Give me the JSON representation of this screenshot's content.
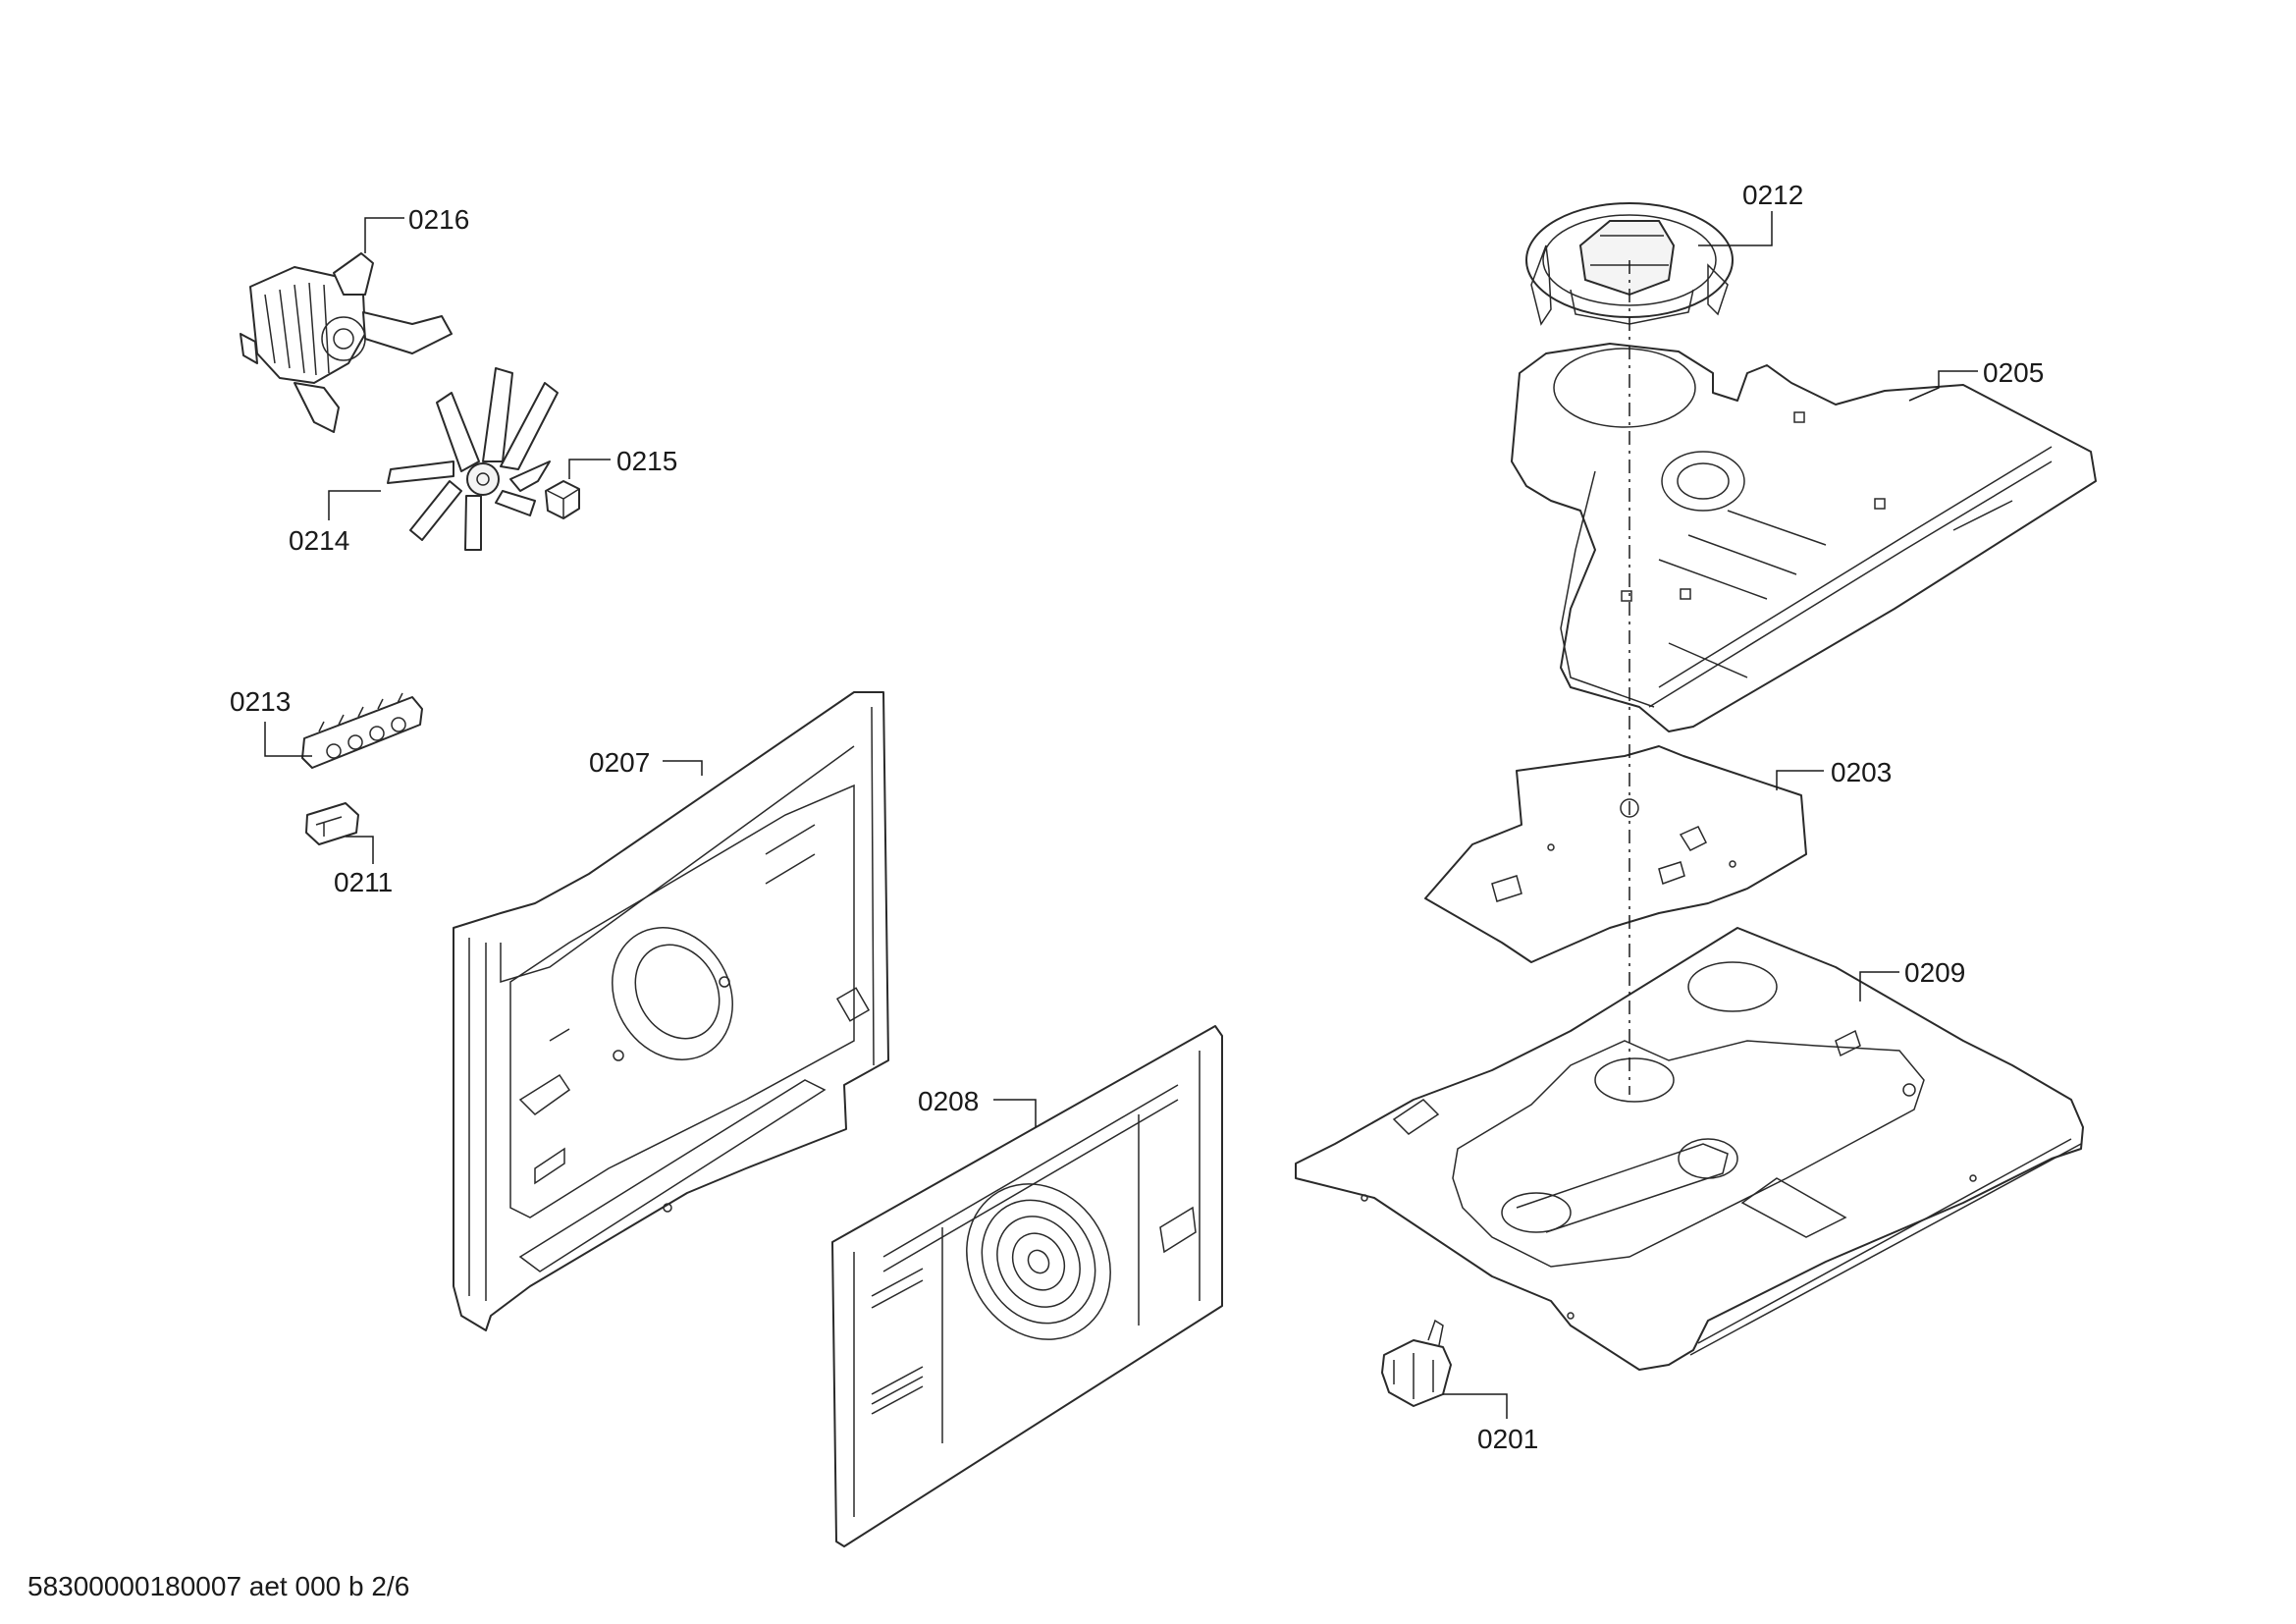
{
  "labels": {
    "p0216": "0216",
    "p0215": "0215",
    "p0214": "0214",
    "p0213": "0213",
    "p0211": "0211",
    "p0207": "0207",
    "p0208": "0208",
    "p0212": "0212",
    "p0205": "0205",
    "p0203": "0203",
    "p0209": "0209",
    "p0201": "0201"
  },
  "footer": "58300000180007 aet 000 b 2/6"
}
